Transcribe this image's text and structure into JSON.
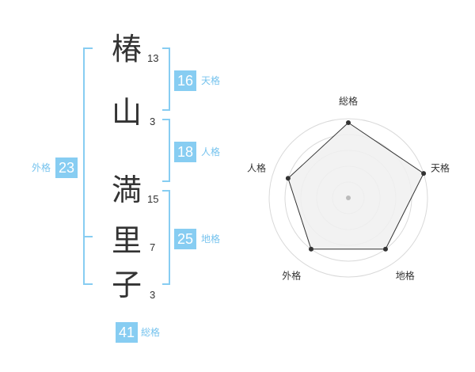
{
  "name_chars": [
    {
      "char": "椿",
      "strokes": "13"
    },
    {
      "char": "山",
      "strokes": "3"
    },
    {
      "char": "満",
      "strokes": "15"
    },
    {
      "char": "里",
      "strokes": "7"
    },
    {
      "char": "子",
      "strokes": "3"
    }
  ],
  "fortunes": {
    "tenkaku": {
      "label": "天格",
      "value": "16"
    },
    "jinkaku": {
      "label": "人格",
      "value": "18"
    },
    "chikaku": {
      "label": "地格",
      "value": "25"
    },
    "gaikaku": {
      "label": "外格",
      "value": "23"
    },
    "soukaku": {
      "label": "総格",
      "value": "41"
    }
  },
  "radar": {
    "axes": [
      "総格",
      "天格",
      "地格",
      "外格",
      "人格"
    ],
    "values": [
      0.95,
      1.0,
      0.8,
      0.8,
      0.8
    ],
    "colors": {
      "fill": "#f0f0f0",
      "line": "#333333",
      "point": "#333333",
      "ring": "#d9d9d9",
      "center": "#bbbbbb"
    }
  },
  "colors": {
    "accent": "#87cdf2",
    "accent_text": "#76c3ee"
  }
}
